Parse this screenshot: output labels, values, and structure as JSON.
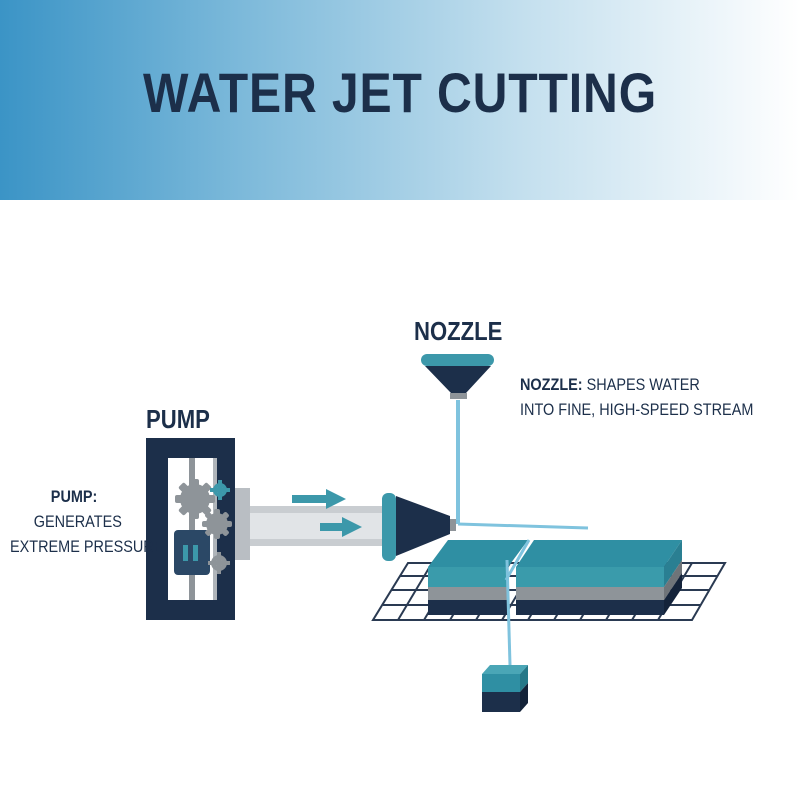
{
  "header": {
    "title": "WATER JET CUTTING"
  },
  "labels": {
    "nozzle_heading": "NOZZLE",
    "nozzle_desc_bold": "NOZZLE:",
    "nozzle_desc_line1": "SHAPES WATER",
    "nozzle_desc_line2": "INTO FINE, HIGH-SPEED STREAM",
    "pump_heading": "PUMP",
    "pump_desc_bold": "PUMP:",
    "pump_desc_line1": "GENERATES",
    "pump_desc_line2": "EXTREME PRESSURE"
  },
  "colors": {
    "navy": "#1c2f4a",
    "teal": "#3c98aa",
    "teal_light": "#7cc3cf",
    "gray": "#8e9499",
    "water": "#7fc3de"
  }
}
